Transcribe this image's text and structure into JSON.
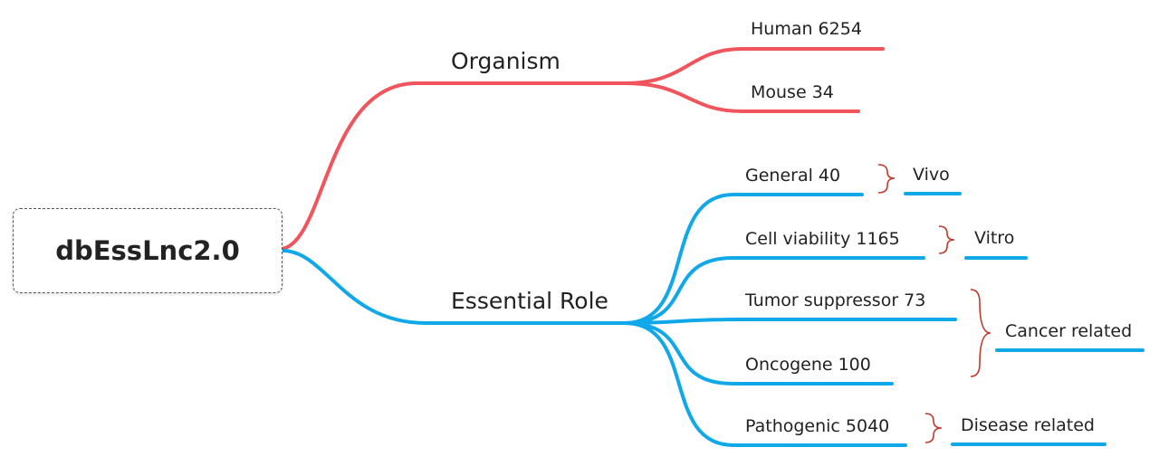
{
  "root": {
    "label": "dbEssLnc2.0"
  },
  "branches": [
    {
      "label": "Organism",
      "color": "#f0545c",
      "children": [
        {
          "label": "Human  6254"
        },
        {
          "label": "Mouse  34"
        }
      ]
    },
    {
      "label": "Essential Role",
      "color": "#10a8e8",
      "children": [
        {
          "label": "General  40"
        },
        {
          "label": "Cell viability  1165"
        },
        {
          "label": "Tumor suppressor  73"
        },
        {
          "label": "Oncogene 100"
        },
        {
          "label": "Pathogenic 5040"
        }
      ]
    }
  ],
  "groups": [
    {
      "label": "Vivo"
    },
    {
      "label": "Vitro"
    },
    {
      "label": "Cancer related"
    },
    {
      "label": "Disease related"
    }
  ],
  "brace_color": "#c0392b"
}
